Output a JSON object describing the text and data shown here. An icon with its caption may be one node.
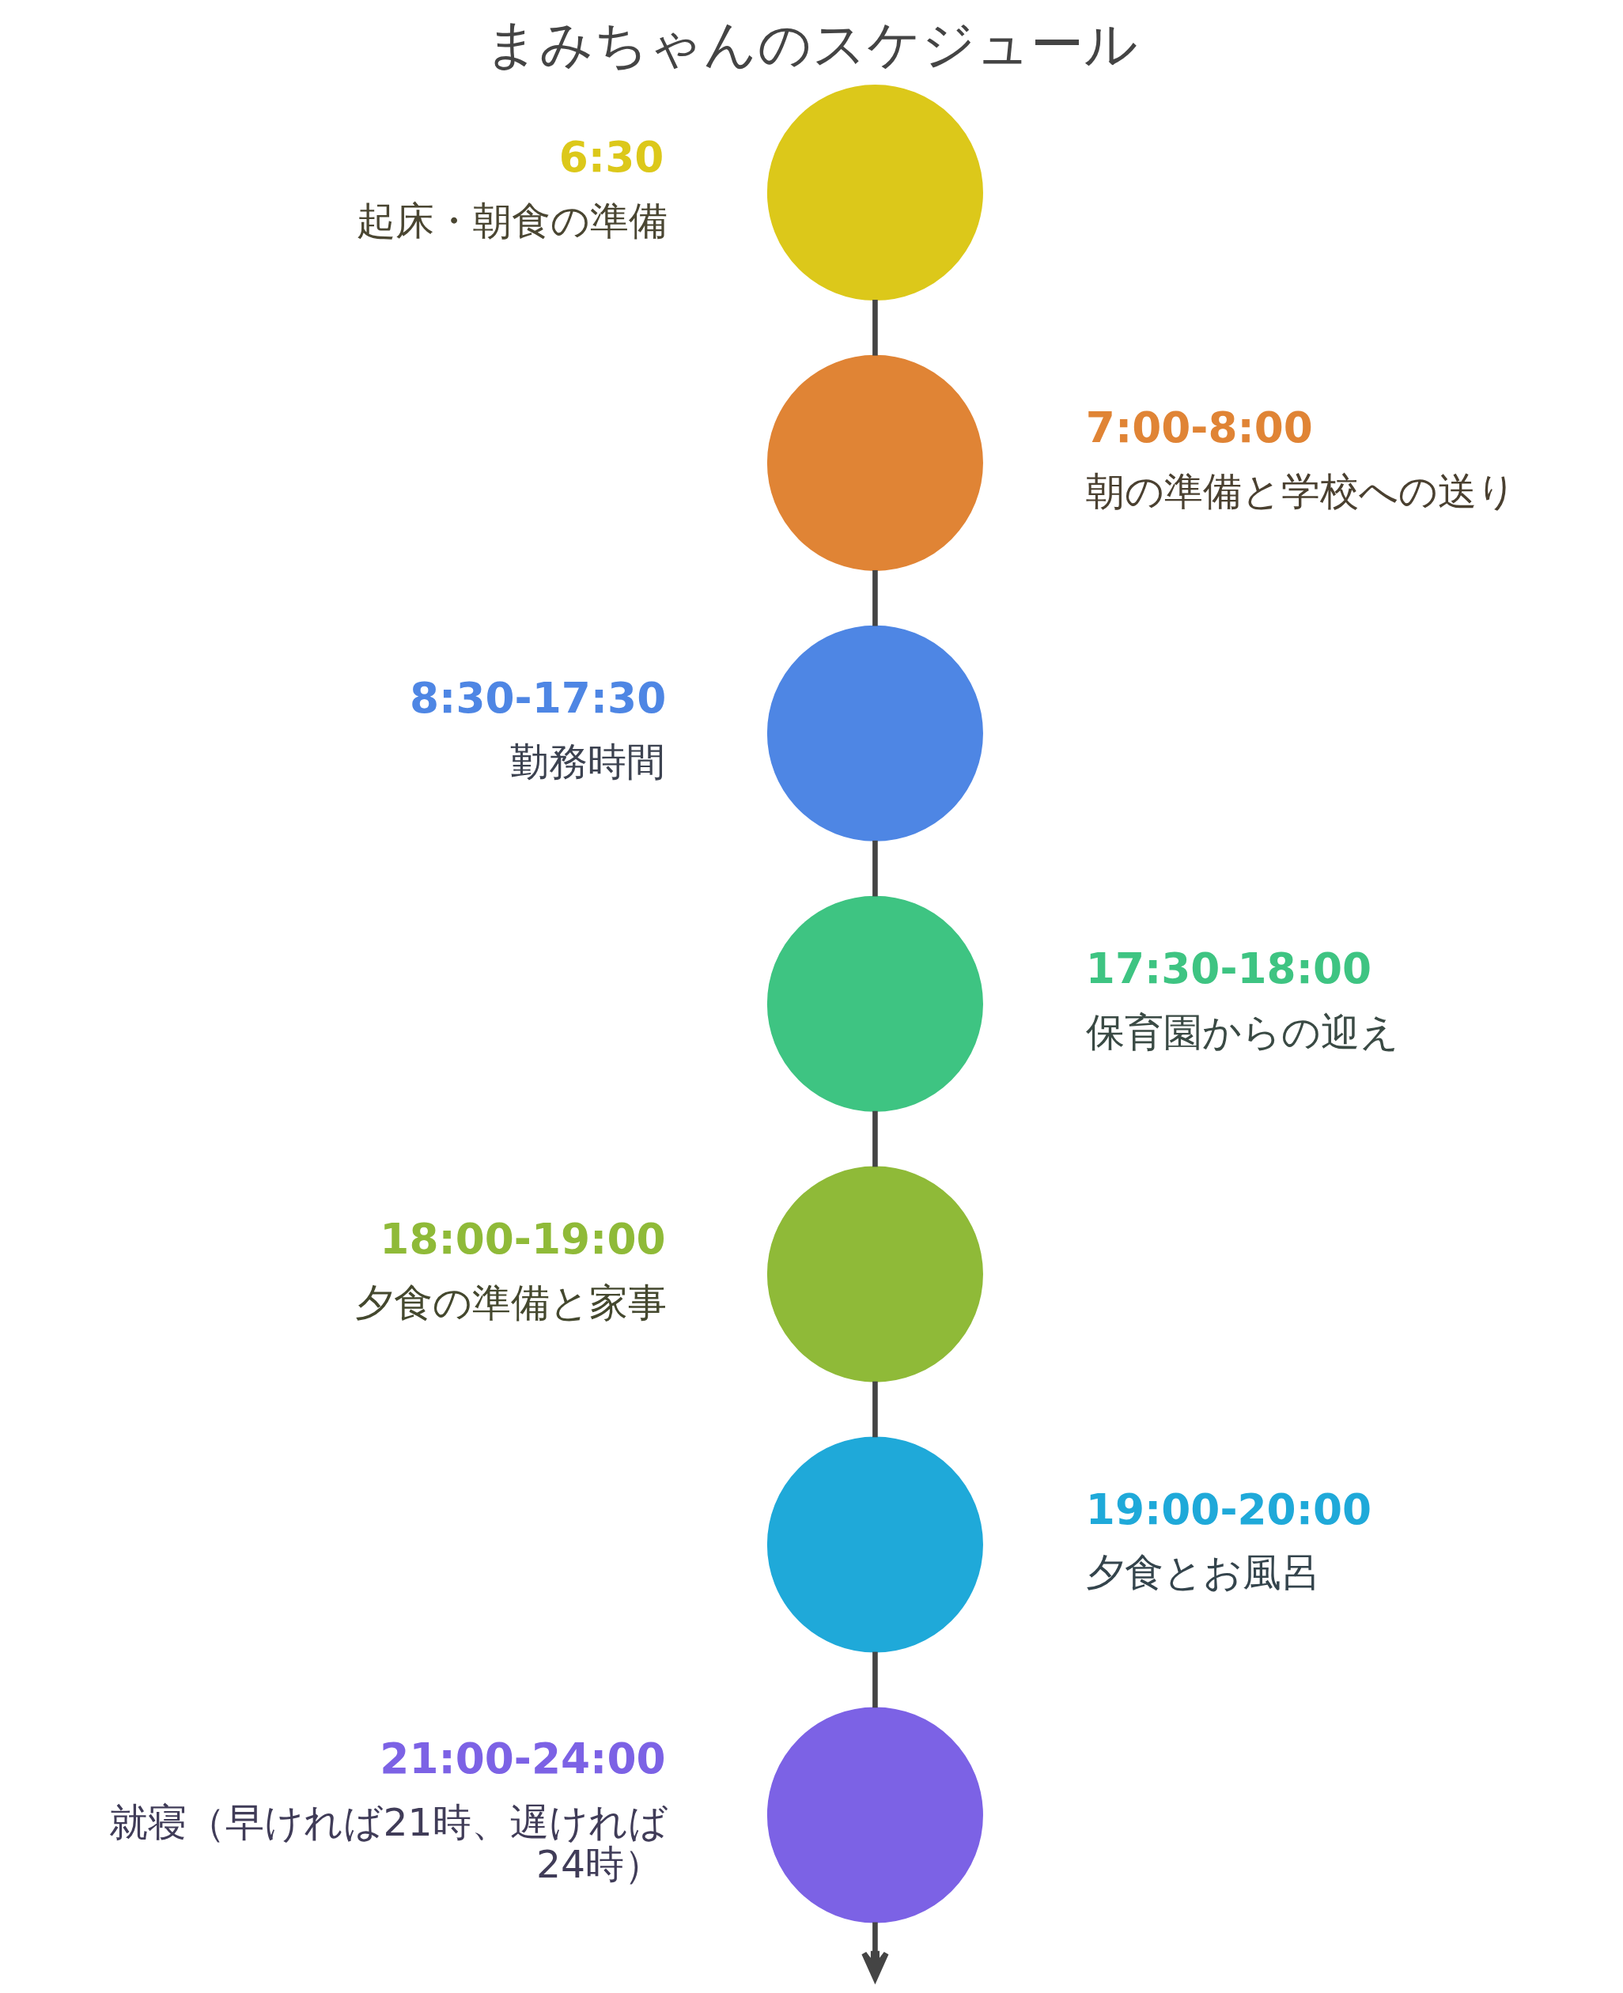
{
  "diagram": {
    "title": "まみちゃんのスケジュール",
    "nodes": [
      {
        "text": [],
        "shape": "circle",
        "beside": [
          "6:30",
          "起床・朝食の準備"
        ]
      },
      {
        "text": [],
        "shape": "circle",
        "beside": [
          "7:00-8:00",
          "朝の準備と学校への送り"
        ]
      },
      {
        "text": [],
        "shape": "circle",
        "beside": [
          "8:30-17:30",
          "勤務時間"
        ]
      },
      {
        "text": [],
        "shape": "circle",
        "beside": [
          "17:30-18:00",
          "保育園からの迎え"
        ]
      },
      {
        "text": [],
        "shape": "circle",
        "beside": [
          "18:00-19:00",
          "夕食の準備と家事"
        ]
      },
      {
        "text": [],
        "shape": "circle",
        "beside": [
          "19:00-20:00",
          "夕食とお風呂"
        ]
      },
      {
        "text": [],
        "shape": "circle",
        "beside": [
          "21:00-24:00",
          "就寝（早ければ21時、遅ければ24時）"
        ]
      }
    ],
    "edges": [
      {
        "from": 0,
        "to": 1,
        "arrow": "none"
      },
      {
        "from": 1,
        "to": 2,
        "arrow": "none"
      },
      {
        "from": 2,
        "to": 3,
        "arrow": "none"
      },
      {
        "from": 3,
        "to": 4,
        "arrow": "none"
      },
      {
        "from": 4,
        "to": 5,
        "arrow": "none"
      },
      {
        "from": 5,
        "to": 6,
        "arrow": "none"
      },
      {
        "from": 6,
        "to": null,
        "arrow": "to"
      }
    ]
  }
}
